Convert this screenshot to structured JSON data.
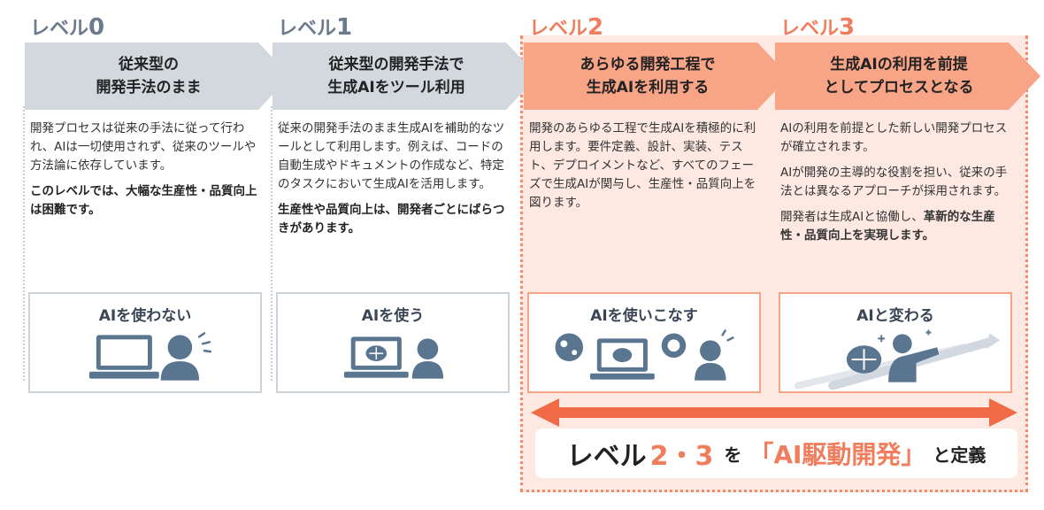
{
  "levels": [
    {
      "label": "レベル",
      "number": "0",
      "header": "従来型の\n開発手法のまま",
      "desc": [
        "開発プロセスは従来の手法に従って行われ、AIは一切使用されず、従来のツールや方法論に依存しています。"
      ],
      "desc_bold": "このレベルでは、大幅な生産性・品質向上は困難です。",
      "usage": "AIを使わない"
    },
    {
      "label": "レベル",
      "number": "1",
      "header": "従来型の開発手法で\n生成AIをツール利用",
      "desc": [
        "従来の開発手法のまま生成AIを補助的なツールとして利用します。例えば、コードの自動生成やドキュメントの作成など、特定のタスクにおいて生成AIを活用します。"
      ],
      "desc_bold": "生産性や品質向上は、開発者ごとにばらつきがあります。",
      "usage": "AIを使う"
    },
    {
      "label": "レベル",
      "number": "2",
      "header": "あらゆる開発工程で\n生成AIを利用する",
      "desc": [
        "開発のあらゆる工程で生成AIを積極的に利用します。要件定義、設計、実装、テスト、デプロイメントなど、すべてのフェーズで生成AIが関与し、生産性・品質向上を図ります。"
      ],
      "desc_bold": "",
      "usage": "AIを使いこなす"
    },
    {
      "label": "レベル",
      "number": "3",
      "header": "生成AIの利用を前提\nとしてプロセスとなる",
      "desc": [
        "AIの利用を前提とした新しい開発プロセスが確立されます。",
        "AIが開発の主導的な役割を担い、従来の手法とは異なるアプローチが採用されます。"
      ],
      "desc_mixed_pre": "開発者は生成AIと協働し、",
      "desc_mixed_bold": "革新的な生産性・品質向上を実現します。",
      "usage": "AIと変わる"
    }
  ],
  "definition": {
    "part1": "レベル",
    "part2": "2・3",
    "part3": "を",
    "part4": "「AI駆動開発」",
    "part5": "と定義"
  },
  "colors": {
    "gray_chevron": "#d3d8df",
    "orange_chevron": "#f7a487",
    "accent": "#f07e5e",
    "highlight_bg": "#fde8e2",
    "icon_blue": "#5a7590"
  }
}
